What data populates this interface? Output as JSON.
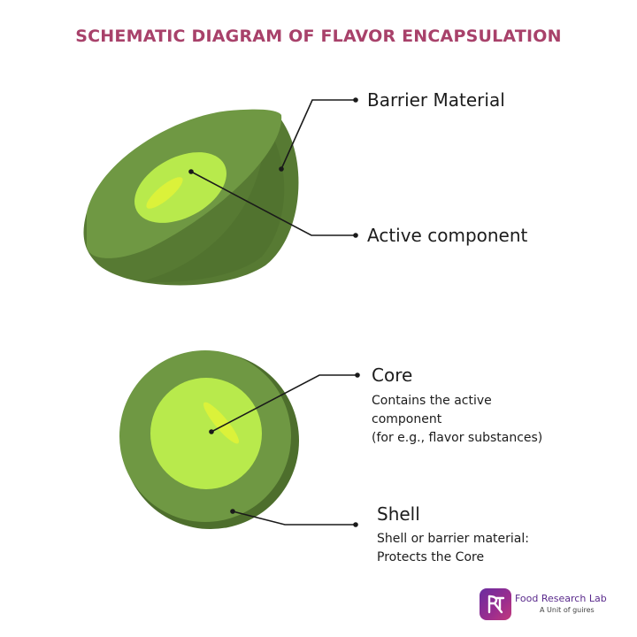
{
  "title": "SCHEMATIC DIAGRAM OF FLAVOR ENCAPSULATION",
  "labels": {
    "barrier_material": "Barrier Material",
    "active_component": "Active component",
    "core": {
      "title": "Core",
      "desc": [
        "Contains the active",
        "component",
        "(for e.g., flavor substances)"
      ]
    },
    "shell": {
      "title": "Shell",
      "desc": [
        "Shell or barrier material:",
        "Protects the Core"
      ]
    }
  },
  "logo": {
    "name": "Food Research Lab",
    "sub": "A Unit of guires"
  },
  "colors": {
    "title": "#a8416a",
    "shell_dark": "#577a33",
    "shell_mid": "#6f9843",
    "shell_light": "#86ad52",
    "core": "#b8ea4c",
    "core_highlight": "#dbf23a",
    "leader_line": "#1a1a1a"
  }
}
